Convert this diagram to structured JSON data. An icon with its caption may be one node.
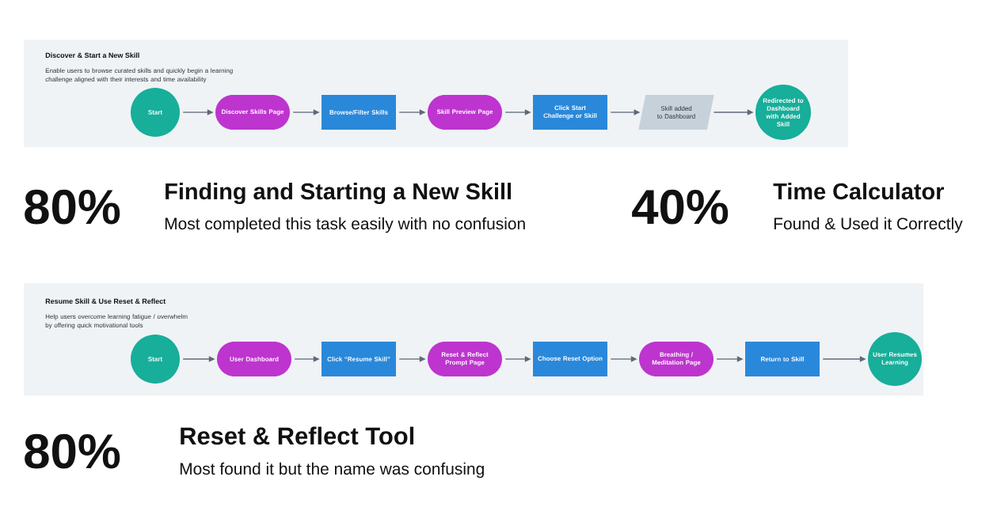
{
  "diagram": {
    "nodes": [
      {
        "text": [
          "Discover & Start a New Skill",
          "Enable users to browse curated skills and quickly begin a learning challenge aligned with their interests and time availability"
        ]
      },
      {
        "text": [
          "Start"
        ],
        "in": 0
      },
      {
        "text": [
          "Discover Skills Page"
        ],
        "in": 0
      },
      {
        "text": [
          "Browse/Filter Skills"
        ],
        "in": 0
      },
      {
        "text": [
          "Skill Preview Page"
        ],
        "in": 0
      },
      {
        "text": [
          "Click Start Challenge or Skill"
        ],
        "in": 0
      },
      {
        "text": [
          "Skill added to Dashboard"
        ],
        "in": 0
      },
      {
        "text": [
          "Redirected to Dashboard with Added Skill"
        ],
        "in": 0
      },
      {
        "text": [
          "Resume Skill & Use Reset & Reflect",
          "Help users overcome learning fatigue / overwhelm by offering quick motivational tools"
        ]
      },
      {
        "text": [
          "Start"
        ],
        "in": 8
      },
      {
        "text": [
          "User Dashboard"
        ],
        "in": 8
      },
      {
        "text": [
          "Click “Resume Skill”"
        ],
        "in": 8
      },
      {
        "text": [
          "Reset & Reflect Prompt Page"
        ],
        "in": 8
      },
      {
        "text": [
          "Choose Reset Option"
        ],
        "in": 8
      },
      {
        "text": [
          "Breathing / Meditation Page"
        ],
        "in": 8
      },
      {
        "text": [
          "Return to Skill"
        ],
        "in": 8
      },
      {
        "text": [
          "User Resumes Learning"
        ],
        "in": 8
      }
    ],
    "edges": [
      {
        "from": 1,
        "to": 2,
        "arrow": "to"
      },
      {
        "from": 2,
        "to": 3,
        "arrow": "to"
      },
      {
        "from": 3,
        "to": 4,
        "arrow": "to"
      },
      {
        "from": 4,
        "to": 5,
        "arrow": "to"
      },
      {
        "from": 5,
        "to": 6,
        "arrow": "to"
      },
      {
        "from": 6,
        "to": 7,
        "arrow": "to"
      },
      {
        "from": 9,
        "to": 10,
        "arrow": "to"
      },
      {
        "from": 10,
        "to": 11,
        "arrow": "to"
      },
      {
        "from": 11,
        "to": 12,
        "arrow": "to"
      },
      {
        "from": 12,
        "to": 13,
        "arrow": "to"
      },
      {
        "from": 13,
        "to": 14,
        "arrow": "to"
      },
      {
        "from": 14,
        "to": 15,
        "arrow": "to"
      },
      {
        "from": 15,
        "to": 16,
        "arrow": "to"
      }
    ],
    "labels": [
      "80%",
      "Finding and Starting a New Skill",
      "Most completed this task easily with no confusion",
      "40%",
      "Time Calculator",
      "Found & Used it Correctly",
      "80%",
      "Reset & Reflect Tool",
      "Most found it but the name was confusing"
    ]
  }
}
